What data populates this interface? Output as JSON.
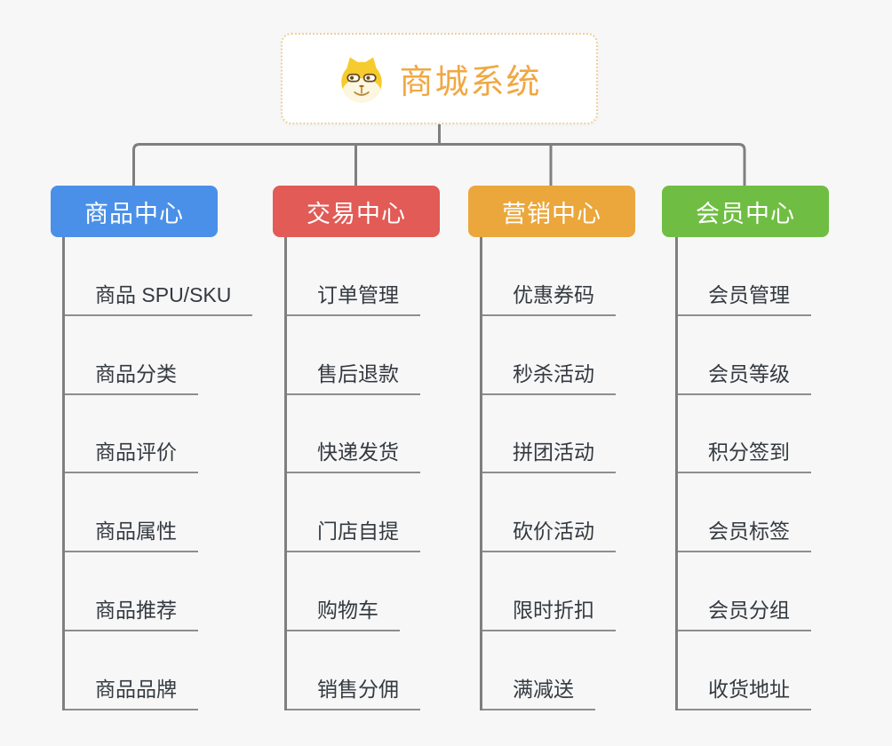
{
  "canvas": {
    "background": "#f7f7f7",
    "connector_color": "#7f7f7f",
    "leaf_underline_color": "#8e8e8e",
    "leaf_text_color": "#343a40"
  },
  "root": {
    "title": "商城系统",
    "icon": "doge-icon",
    "text_color": "#f0a843",
    "border_color": "#f1cf98",
    "background": "#ffffff"
  },
  "branches": [
    {
      "label": "商品中心",
      "color": "#4a90e8",
      "children": [
        "商品 SPU/SKU",
        "商品分类",
        "商品评价",
        "商品属性",
        "商品推荐",
        "商品品牌"
      ]
    },
    {
      "label": "交易中心",
      "color": "#e25b56",
      "children": [
        "订单管理",
        "售后退款",
        "快递发货",
        "门店自提",
        "购物车",
        "销售分佣"
      ]
    },
    {
      "label": "营销中心",
      "color": "#eba73b",
      "children": [
        "优惠券码",
        "秒杀活动",
        "拼团活动",
        "砍价活动",
        "限时折扣",
        "满减送"
      ]
    },
    {
      "label": "会员中心",
      "color": "#6fbe43",
      "children": [
        "会员管理",
        "会员等级",
        "积分签到",
        "会员标签",
        "会员分组",
        "收货地址"
      ]
    }
  ]
}
